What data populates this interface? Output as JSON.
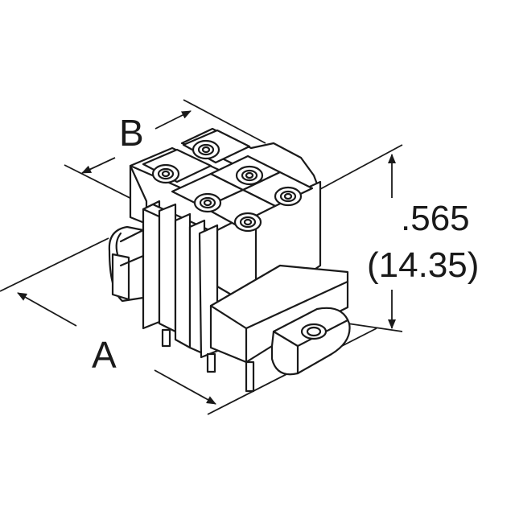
{
  "dimensions": {
    "a_label": "A",
    "b_label": "B",
    "height_inch": ".565",
    "height_mm": "(14.35)"
  },
  "colors": {
    "ink": "#1a1a1a",
    "background": "#ffffff"
  }
}
